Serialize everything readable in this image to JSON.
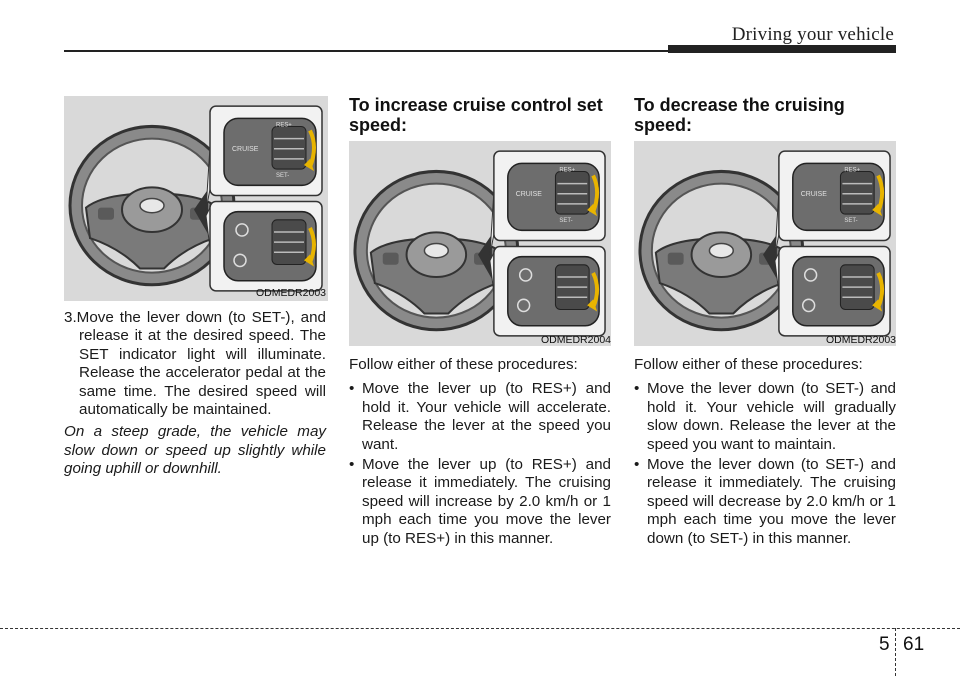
{
  "header": {
    "title": "Driving your vehicle"
  },
  "col1": {
    "figure_code": "ODMEDR2003",
    "step3": "3.Move the lever down (to SET-), and release it at the desired speed. The SET indicator light will illuminate. Release the accelerator pedal at the same time. The desired speed will automatically be maintained.",
    "note": "On a steep grade, the vehicle may slow down or speed up slightly while going uphill or downhill."
  },
  "col2": {
    "heading": "To increase cruise control set speed:",
    "figure_code": "ODMEDR2004",
    "intro": "Follow either of these procedures:",
    "bullets": [
      "Move the lever up (to RES+) and hold it. Your vehicle will accelerate. Release the lever at the speed you want.",
      "Move the lever up (to RES+) and release it immediately. The cruising speed will increase by 2.0 km/h or 1 mph each time you move the lever up (to RES+) in this manner."
    ]
  },
  "col3": {
    "heading": "To decrease the cruising speed:",
    "figure_code": "ODMEDR2003",
    "intro": "Follow either of these procedures:",
    "bullets": [
      "Move the lever down (to SET-) and hold it. Your vehicle will gradually slow down. Release the lever at the speed you want to maintain.",
      "Move the lever down (to SET-) and release it immediately. The cruising speed will decrease by 2.0 km/h or 1 mph each time you move the lever down (to SET-) in this manner."
    ]
  },
  "footer": {
    "chapter": "5",
    "page": "61"
  },
  "figure_labels": {
    "cruise": "CRUISE",
    "res": "RES+",
    "set": "SET-"
  },
  "colors": {
    "figure_bg": "#d9d9d9",
    "arrow": "#e8b400",
    "ink": "#1a1a1a"
  }
}
